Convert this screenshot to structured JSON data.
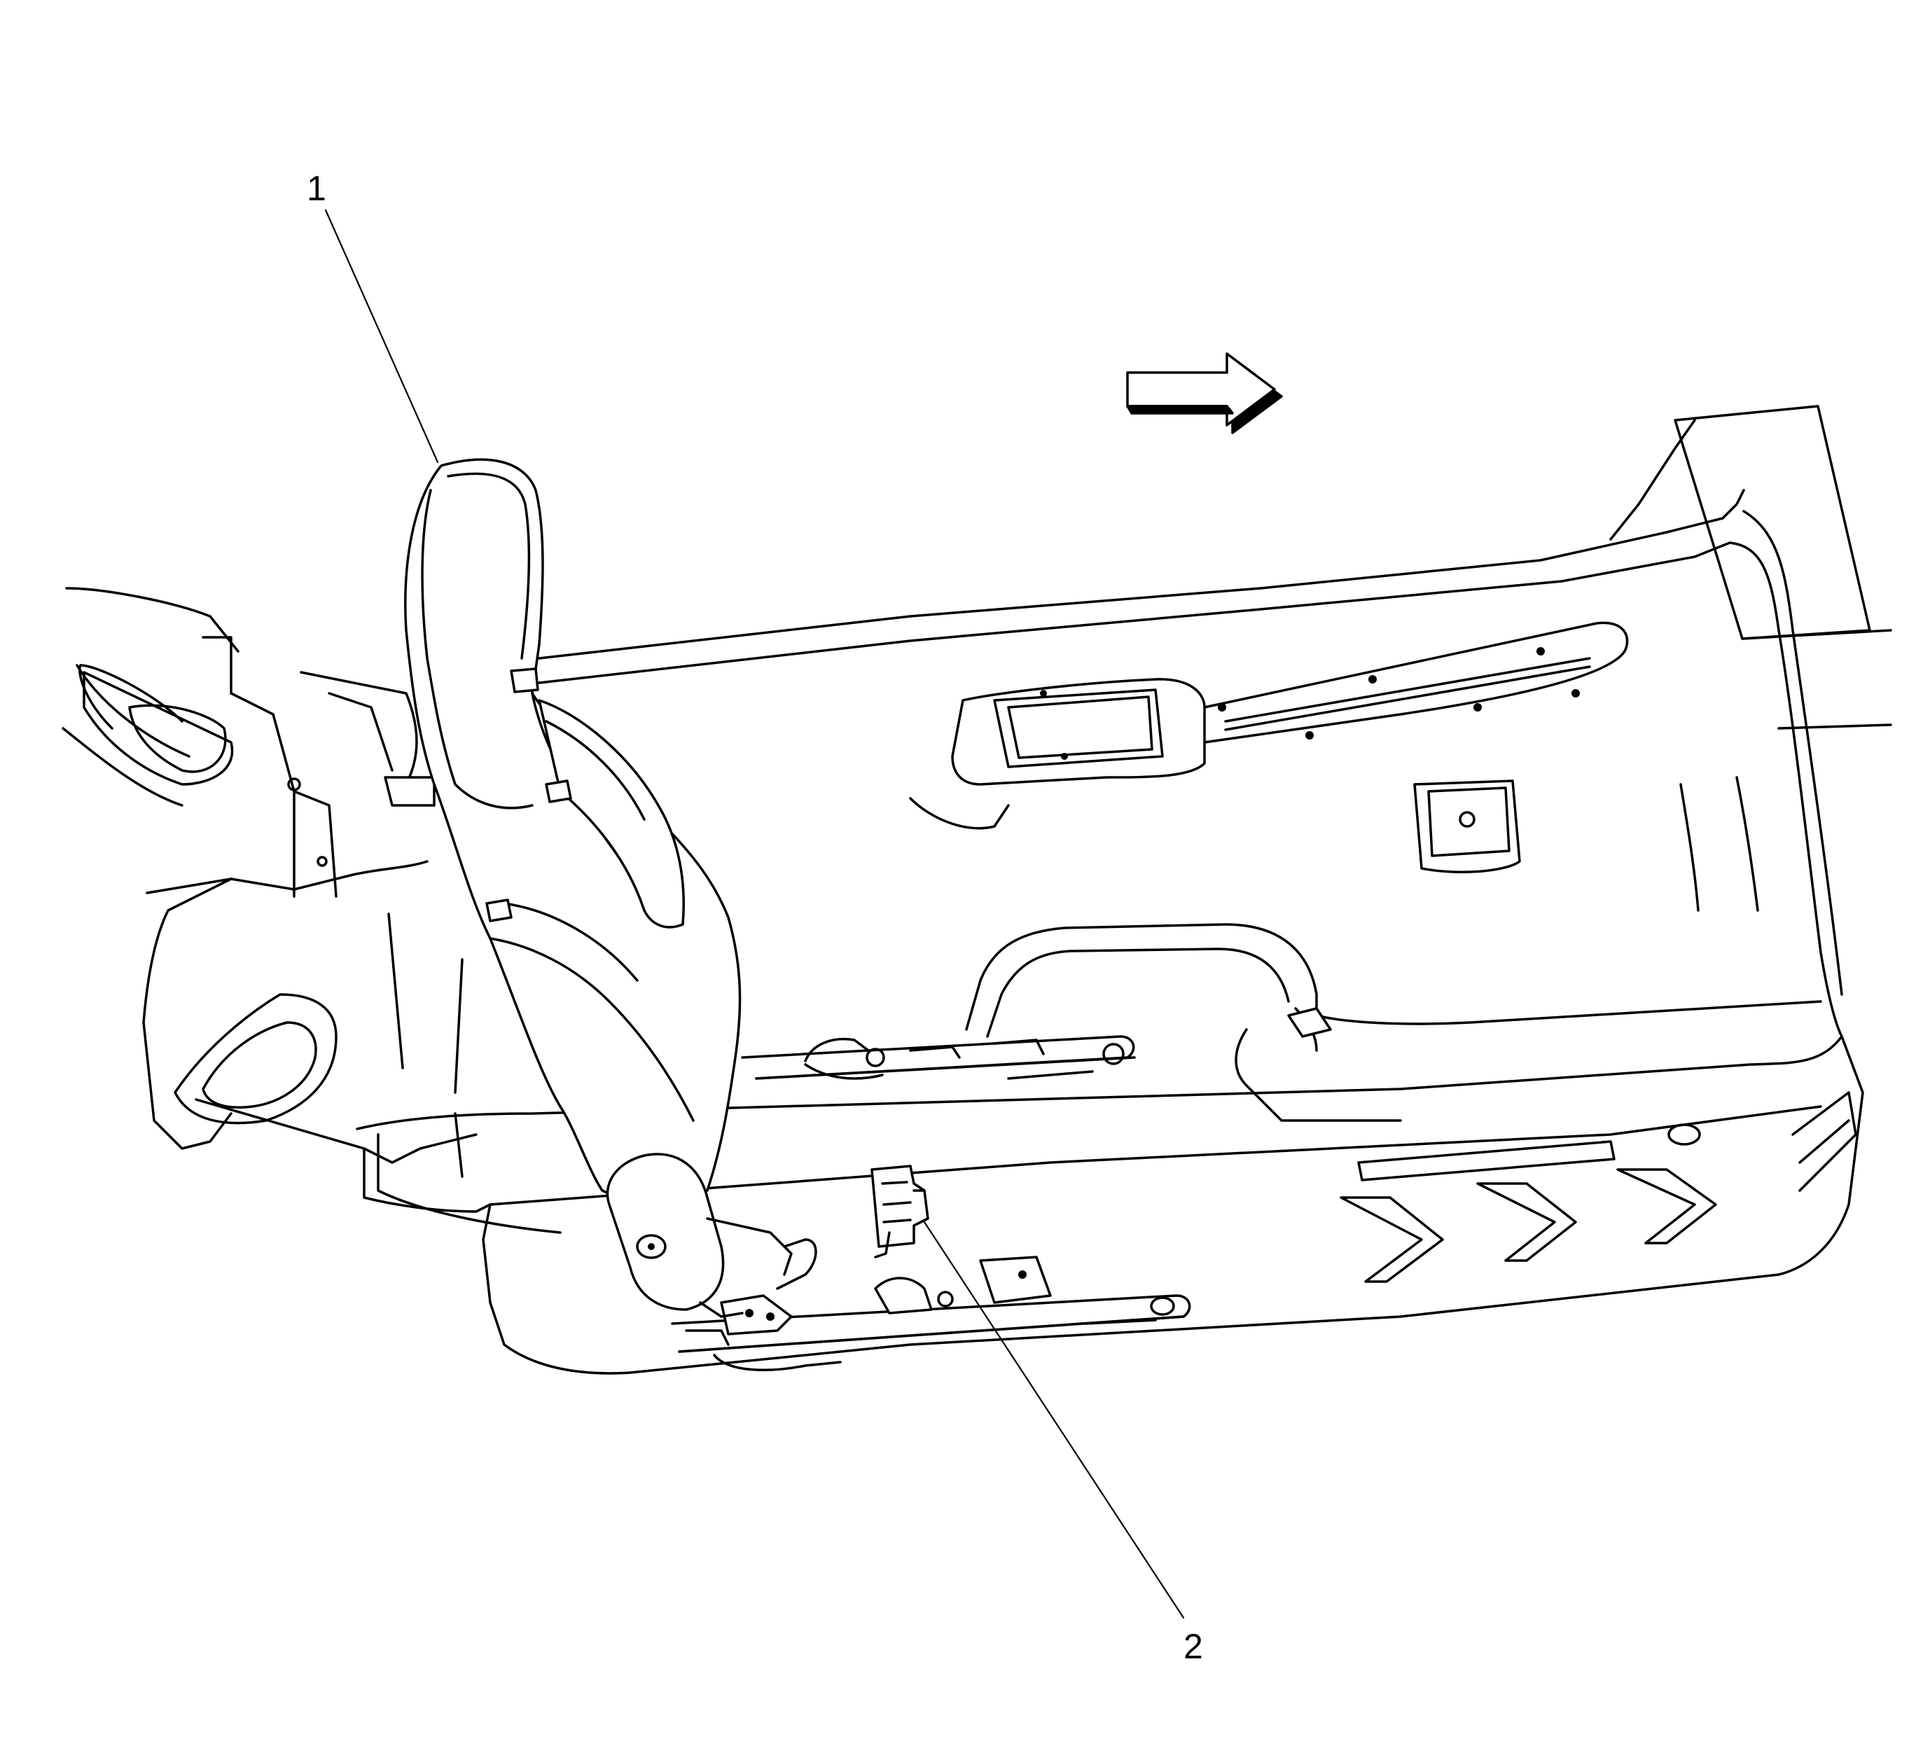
{
  "diagram": {
    "callouts": [
      {
        "id": "1",
        "label": "1",
        "target": "seat-back"
      },
      {
        "id": "2",
        "label": "2",
        "target": "seat-mounted-component"
      }
    ],
    "direction_arrow": "forward-arrow-icon"
  }
}
